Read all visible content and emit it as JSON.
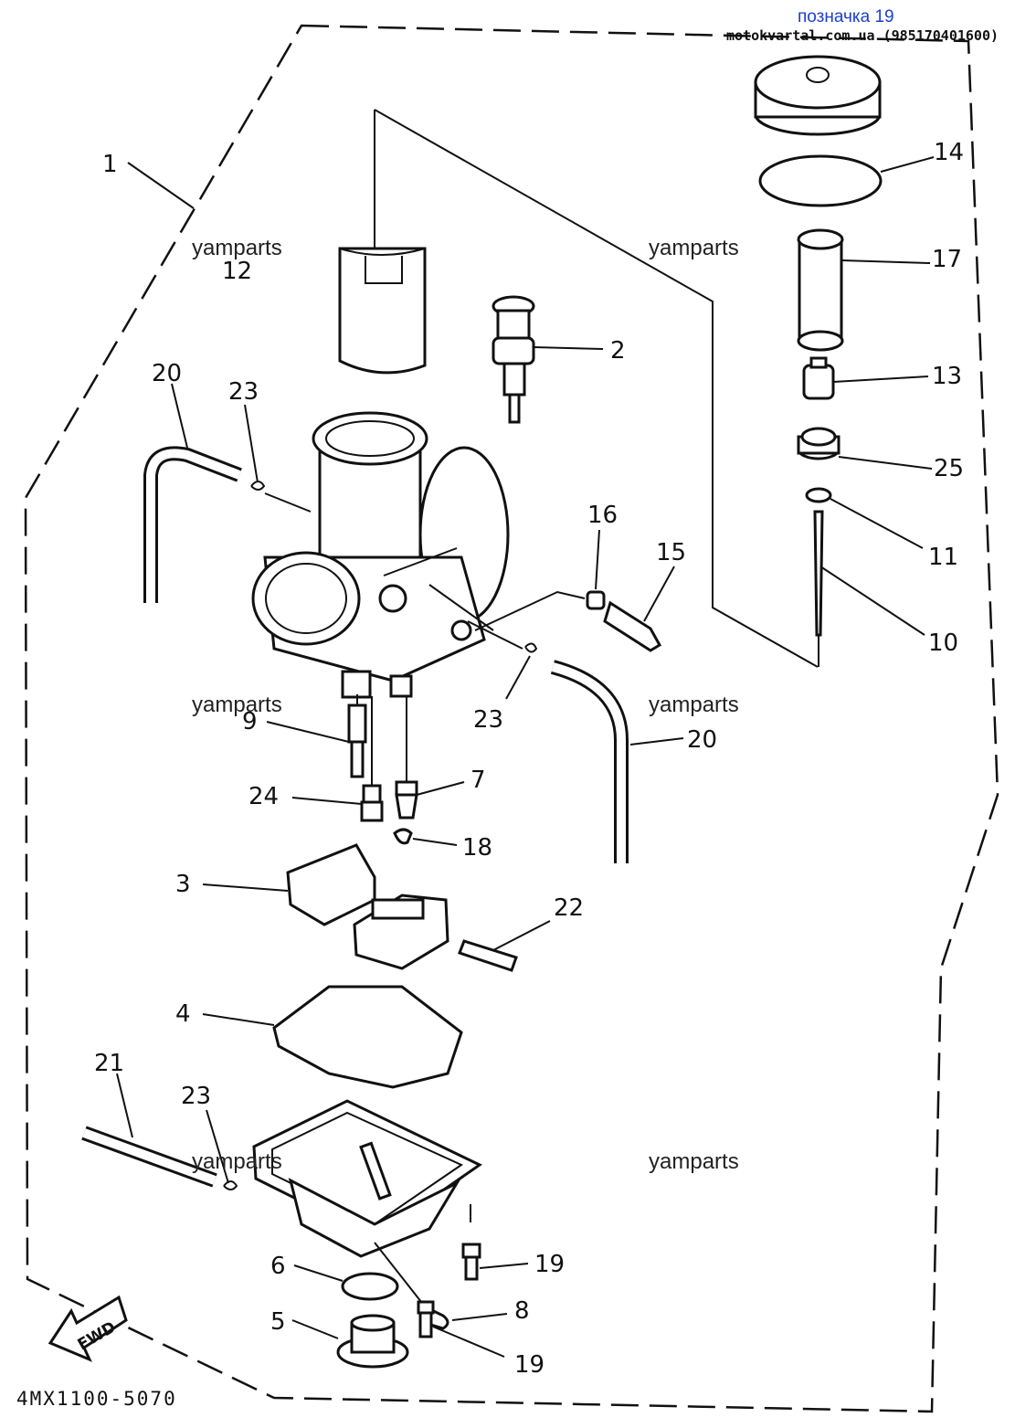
{
  "header": {
    "link_text": "позначка 19",
    "site_text": "motokvartal.com.ua (985170401600)"
  },
  "drawing_code": "4MX1100-5070",
  "fwd_label": "FWD",
  "watermarks": [
    "yamparts",
    "yamparts",
    "yamparts",
    "yamparts",
    "yamparts",
    "yamparts"
  ],
  "callouts": {
    "c1": "1",
    "c2": "2",
    "c3": "3",
    "c4": "4",
    "c5": "5",
    "c6": "6",
    "c7": "7",
    "c8": "8",
    "c9": "9",
    "c10": "10",
    "c11": "11",
    "c12": "12",
    "c13": "13",
    "c14": "14",
    "c15": "15",
    "c16": "16",
    "c17": "17",
    "c18": "18",
    "c19a": "19",
    "c19b": "19",
    "c20a": "20",
    "c20b": "20",
    "c21": "21",
    "c22": "22",
    "c23a": "23",
    "c23b": "23",
    "c23c": "23",
    "c24": "24",
    "c25": "25"
  }
}
